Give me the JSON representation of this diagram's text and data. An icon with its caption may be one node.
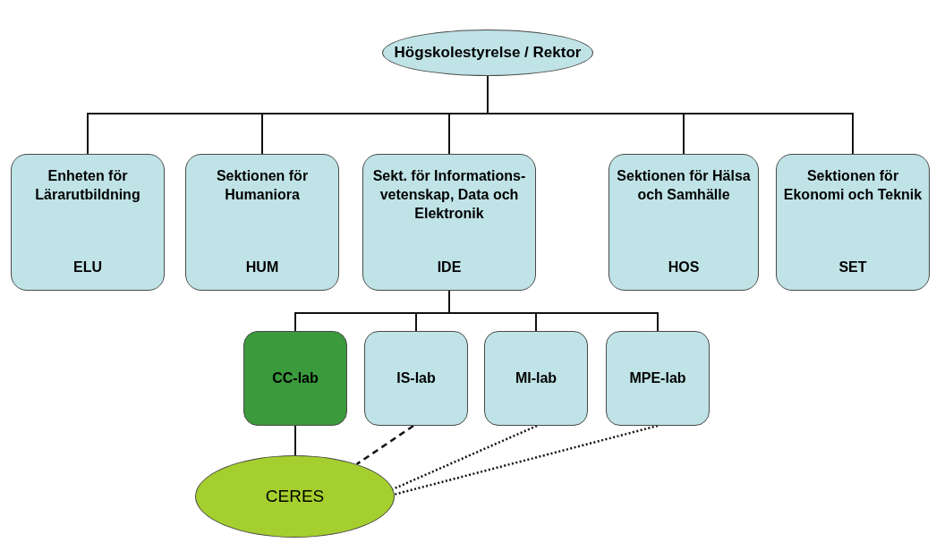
{
  "diagram": {
    "nodes": [
      {
        "text": [
          "Högskolestyrelse / Rektor"
        ]
      },
      {
        "text": [
          "Enheten för Lärarutbildning",
          "ELU"
        ]
      },
      {
        "text": [
          "Sektionen för Humaniora",
          "HUM"
        ]
      },
      {
        "text": [
          "Sekt. för Informations- vetenskap, Data och Elektronik",
          "IDE"
        ]
      },
      {
        "text": [
          "Sektionen för Hälsa och Samhälle",
          "HOS"
        ]
      },
      {
        "text": [
          "Sektionen för Ekonomi och Teknik",
          "SET"
        ]
      },
      {
        "text": [
          "CC-lab"
        ]
      },
      {
        "text": [
          "IS-lab"
        ]
      },
      {
        "text": [
          "MI-lab"
        ]
      },
      {
        "text": [
          "MPE-lab"
        ]
      },
      {
        "text": [
          "CERES"
        ]
      }
    ],
    "edges": [
      {
        "from": 0,
        "to": 1,
        "arrow": "none"
      },
      {
        "from": 0,
        "to": 2,
        "arrow": "none"
      },
      {
        "from": 0,
        "to": 3,
        "arrow": "none"
      },
      {
        "from": 0,
        "to": 4,
        "arrow": "none"
      },
      {
        "from": 0,
        "to": 5,
        "arrow": "none"
      },
      {
        "from": 3,
        "to": 6,
        "arrow": "none"
      },
      {
        "from": 3,
        "to": 7,
        "arrow": "none"
      },
      {
        "from": 3,
        "to": 8,
        "arrow": "none"
      },
      {
        "from": 3,
        "to": 9,
        "arrow": "none"
      },
      {
        "from": 6,
        "to": 10,
        "arrow": "none"
      },
      {
        "from": 7,
        "to": 10,
        "arrow": "none",
        "style": "dashed"
      },
      {
        "from": 8,
        "to": 10,
        "arrow": "none",
        "style": "dashed"
      },
      {
        "from": 9,
        "to": 10,
        "arrow": "none",
        "style": "dashed"
      }
    ]
  }
}
